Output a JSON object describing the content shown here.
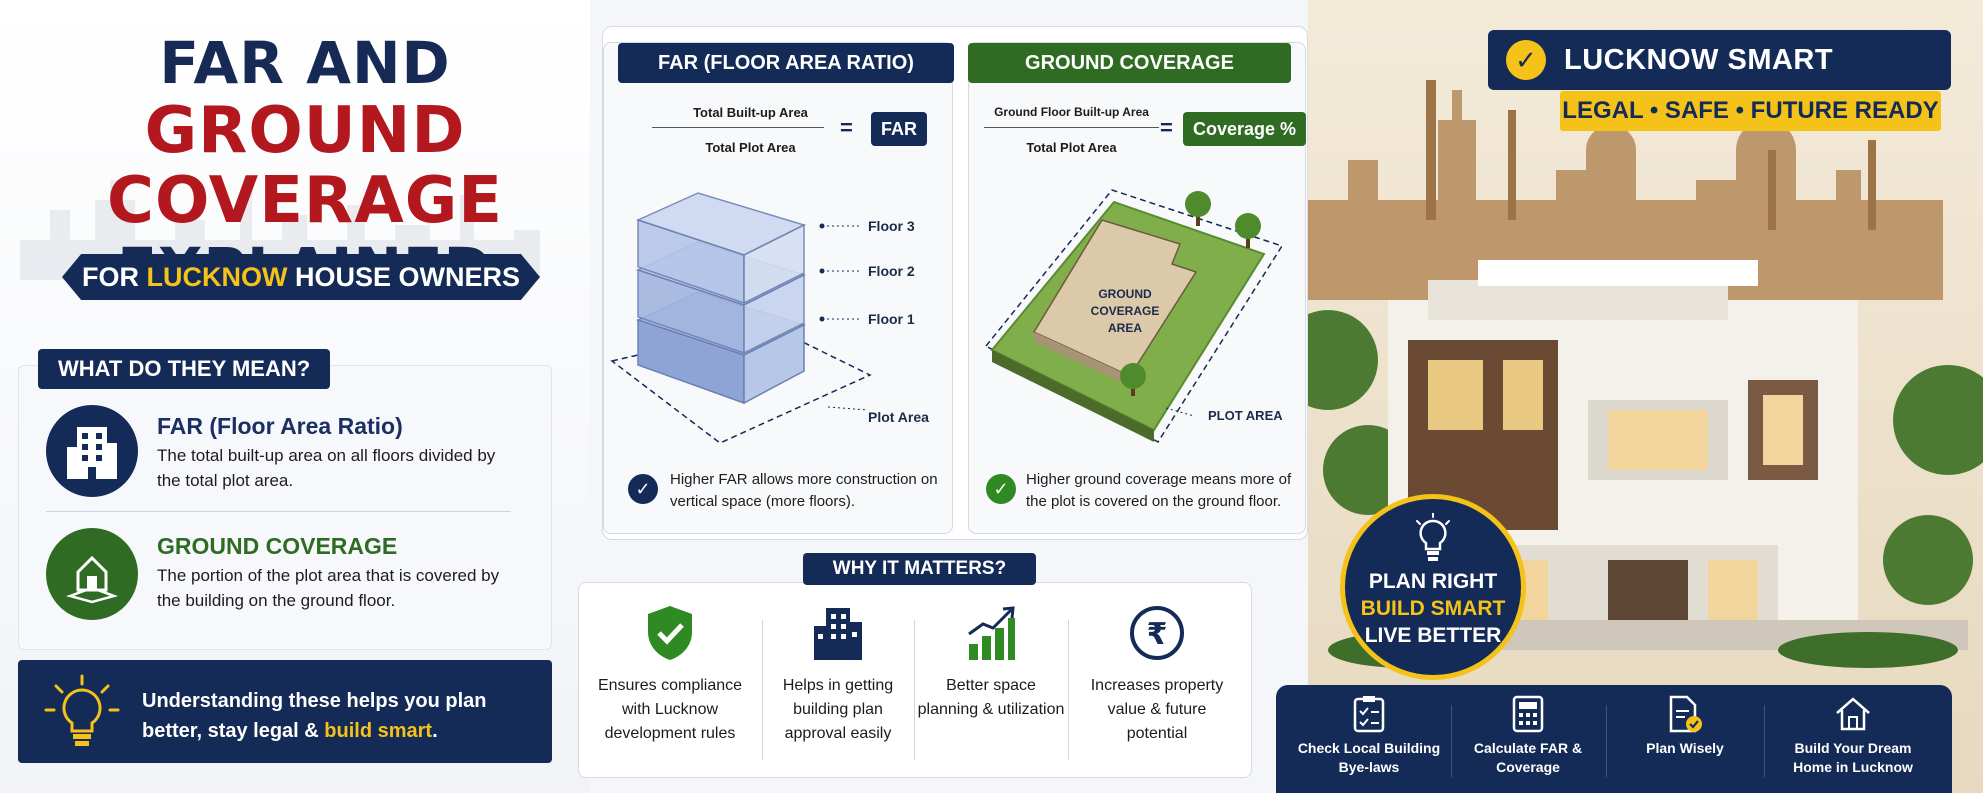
{
  "title": {
    "line1": "FAR AND",
    "line2": "GROUND COVERAGE",
    "line3": "EXPLAINED",
    "ribbon_pre": "FOR ",
    "ribbon_highlight": "LUCKNOW",
    "ribbon_post": " HOUSE OWNERS"
  },
  "meaning": {
    "tag": "WHAT DO THEY MEAN?",
    "far": {
      "title": "FAR (Floor Area Ratio)",
      "text": "The total built-up area on all floors divided by the total plot area."
    },
    "gc": {
      "title": "GROUND COVERAGE",
      "text": "The portion of the plot area that is covered by the building on the ground floor."
    }
  },
  "bottom_bar": {
    "text_pre": "Understanding these helps you plan better, stay legal & ",
    "text_highlight": "build smart",
    "text_post": "."
  },
  "far_panel": {
    "heading": "FAR (FLOOR AREA RATIO)",
    "numerator": "Total Built-up Area",
    "denominator": "Total Plot Area",
    "equals": "=",
    "result": "FAR",
    "floor3": "Floor 3",
    "floor2": "Floor 2",
    "floor1": "Floor 1",
    "plot_label": "Plot Area",
    "note": "Higher FAR allows more construction on vertical space (more floors)."
  },
  "gc_panel": {
    "heading": "GROUND COVERAGE",
    "numerator": "Ground Floor Built-up Area",
    "denominator": "Total Plot Area",
    "equals": "=",
    "result": "Coverage %",
    "area_label_1": "GROUND",
    "area_label_2": "COVERAGE",
    "area_label_3": "AREA",
    "plot_label": "PLOT AREA",
    "note": "Higher ground coverage means more of the plot is covered on the ground floor."
  },
  "why": {
    "tag": "WHY IT MATTERS?",
    "items": [
      {
        "icon": "shield-check-icon",
        "text": "Ensures compliance with Lucknow development rules"
      },
      {
        "icon": "buildings-icon",
        "text": "Helps in getting building plan approval easily"
      },
      {
        "icon": "growth-chart-icon",
        "text": "Better space planning & utilization"
      },
      {
        "icon": "rupee-icon",
        "text": "Increases property value & future potential"
      }
    ]
  },
  "right": {
    "banner_title": "LUCKNOW SMART PLANNING",
    "banner_check": "✓",
    "tagline": "LEGAL • SAFE • FUTURE READY",
    "badge_l1": "PLAN RIGHT",
    "badge_l2": "BUILD SMART",
    "badge_l3": "LIVE BETTER",
    "strip": [
      {
        "icon": "checklist-icon",
        "text": "Check Local Building Bye-laws"
      },
      {
        "icon": "calculator-icon",
        "text": "Calculate FAR & Coverage"
      },
      {
        "icon": "document-check-icon",
        "text": "Plan Wisely"
      },
      {
        "icon": "home-icon",
        "text": "Build Your Dream Home in Lucknow"
      }
    ]
  },
  "colors": {
    "navy": "#142a57",
    "red": "#b3181f",
    "green": "#2f6b22",
    "yellow": "#f5c21a"
  }
}
